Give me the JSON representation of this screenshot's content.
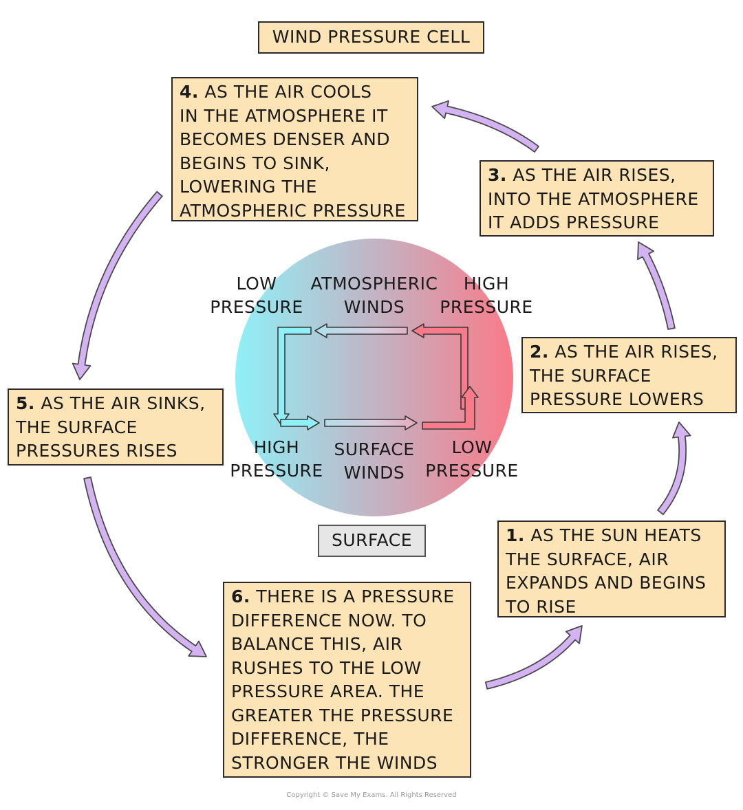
{
  "title": "WIND PRESSURE CELL",
  "surface_label": "SURFACE",
  "steps": [
    {
      "num": "1.",
      "lines": [
        "AS THE SUN HEATS",
        "THE SURFACE, AIR",
        "EXPANDS AND BEGINS",
        "TO RISE"
      ]
    },
    {
      "num": "2.",
      "lines": [
        "AS THE AIR RISES,",
        "THE SURFACE",
        "PRESSURE LOWERS"
      ]
    },
    {
      "num": "3.",
      "lines": [
        "AS THE AIR RISES,",
        "INTO THE ATMOSPHERE",
        "IT ADDS PRESSURE"
      ]
    },
    {
      "num": "4.",
      "lines": [
        "AS THE AIR COOLS",
        "IN THE ATMOSPHERE IT",
        "BECOMES DENSER AND",
        "BEGINS TO SINK,",
        "LOWERING THE",
        "ATMOSPHERIC PRESSURE"
      ]
    },
    {
      "num": "5.",
      "lines": [
        "AS THE AIR SINKS,",
        "THE SURFACE",
        "PRESSURES RISES"
      ]
    },
    {
      "num": "6.",
      "lines": [
        "THERE IS A PRESSURE",
        "DIFFERENCE NOW. TO",
        "BALANCE THIS, AIR",
        "RUSHES TO THE LOW",
        "PRESSURE AREA. THE",
        "GREATER THE PRESSURE",
        "DIFFERENCE, THE",
        "STRONGER THE WINDS"
      ]
    }
  ],
  "circle_labels": {
    "top_left": [
      "LOW",
      "PRESSURE"
    ],
    "top_center": [
      "ATMOSPHERIC",
      "WINDS"
    ],
    "top_right": [
      "HIGH",
      "PRESSURE"
    ],
    "bottom_left": [
      "HIGH",
      "PRESSURE"
    ],
    "bottom_center": [
      "SURFACE",
      "WINDS"
    ],
    "bottom_right": [
      "LOW",
      "PRESSURE"
    ]
  },
  "copyright": "Copyright © Save My Exams. All Rights Reserved",
  "colors": {
    "box_fill": "#fde4b7",
    "cycle_arrow": "#d4b3f2",
    "cool_side": "#8ff0f8",
    "warm_side": "#f97a88",
    "surface_box": "#e6e6e6"
  }
}
